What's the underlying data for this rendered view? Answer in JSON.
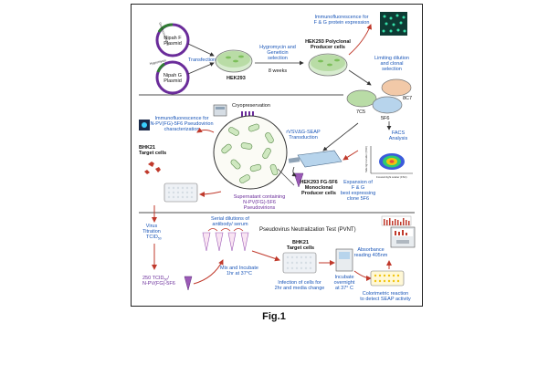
{
  "figure_label": "Fig.1",
  "plasmids": {
    "f": {
      "label_line1": "Nipah F",
      "label_line2": "Plasmid",
      "marker": "Geneticin (G418)"
    },
    "g": {
      "label_line1": "Nipah G",
      "label_line2": "Plasmid",
      "marker": "Hygromycin"
    }
  },
  "steps": {
    "transfection": "Transfection",
    "hek293": "HEK293",
    "hygromycin_line1": "Hygromycin and",
    "hygromycin_line2": "Geneticin",
    "hygromycin_line3": "selection",
    "weeks": "8 weeks",
    "polyclonal_line1": "HEK293 Polyclonal",
    "polyclonal_line2": "Producer cells",
    "if_fg_line1": "Immunofluorescence  for",
    "if_fg_line2": "F & G protein expression",
    "limiting_line1": "Limiting dilution",
    "limiting_line2": "and clonal",
    "limiting_line3": "selection",
    "clone_8c7": "8C7",
    "clone_7c5": "7C5",
    "clone_5f6": "5F6",
    "facs_line1": "FACS",
    "facs_line2": "Analysis",
    "facs_xaxis": "Forward light scatter (FSC)",
    "facs_yaxis": "Side light scatter (SSC)",
    "expansion_line1": "Expansion of",
    "expansion_line2": "F & G",
    "expansion_line3": "best expressing",
    "expansion_line4": "clone 5F6",
    "monoclonal_line1": "HEK293 FG-5F6",
    "monoclonal_line2": "Monoclonal",
    "monoclonal_line3": "Producer cells",
    "rvsv_line1": "rVSVΔG-SEAP",
    "rvsv_line2": "Transduction",
    "cryo": "Cryopreservation",
    "if_npv_line1": "Immunofluorescence for",
    "if_npv_line2": "N-PV(FG)-5F6 Pseudovirion",
    "if_npv_line3": "characterization",
    "bhk_line1": "BHK21",
    "bhk_line2": "Target cells",
    "supernatant_line1": "Supernatant containing",
    "supernatant_line2": "N-PV(FG)-5F6",
    "supernatant_line3": "Pseudovirions",
    "virus_line1": "Virus",
    "virus_line2": "Titration",
    "virus_line3": "TCID",
    "virus_sub": "50",
    "serial_line1": "Serial dilutions of",
    "serial_line2": "antibody/ serum",
    "pvnt_title": "Pseudovirus  Neutralization Test (PVNT)",
    "bhk2_line1": "BHK21",
    "bhk2_line2": "Target cells",
    "tcid_line1_a": "250 TCID",
    "tcid_line1_sub": "50",
    "tcid_line1_b": "/",
    "tcid_line2": "N-PV(FG)-5F6",
    "mix_line1": "Mix and Incubate",
    "mix_line2": "1hr at 37°C",
    "infection_line1": "Infection of  cells for",
    "infection_line2": "2hr and media change",
    "incubate_line1": "Incubate",
    "incubate_line2": "overnight",
    "incubate_line3": "at 37° C",
    "colorimetric_line1": "Colorimetric reaction",
    "colorimetric_line2": "to detect SEAP activity",
    "absorbance_line1": "Absorbance",
    "absorbance_line2": "reading 405nm"
  },
  "colors": {
    "blue_text": "#1a56b8",
    "purple_text": "#6a2c9a",
    "red_arrow": "#c0392b",
    "cell_green": "#7cbf5a",
    "dish_fill": "#d8ecd0"
  }
}
